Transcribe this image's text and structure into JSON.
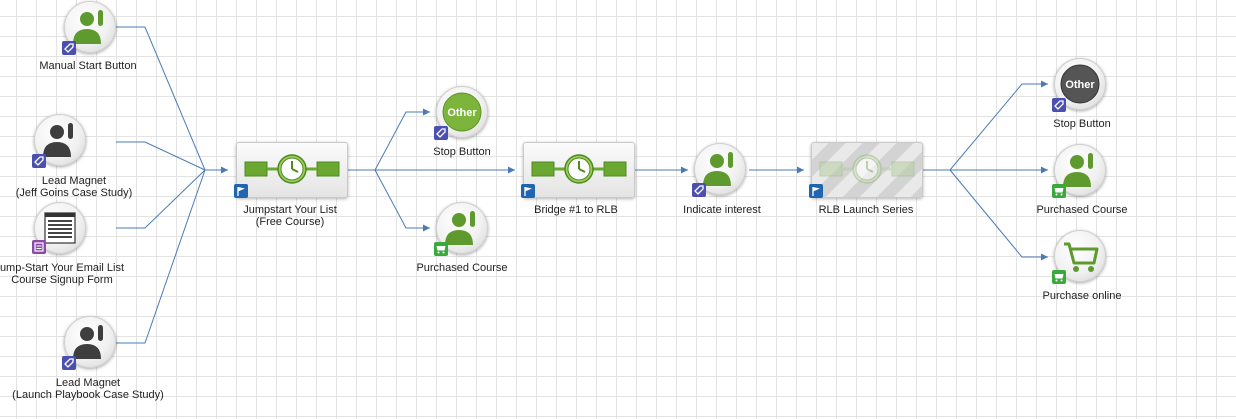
{
  "canvas": {
    "nodes": [
      {
        "id": "manual-start",
        "label": "Manual Start Button",
        "icon": "person-hand-raised-icon",
        "badge": "tag-badge-icon"
      },
      {
        "id": "lead-magnet-goins",
        "label": "Lead Magnet",
        "label2": "(Jeff Goins Case Study)",
        "icon": "person-hand-raised-icon",
        "badge": "tag-badge-icon"
      },
      {
        "id": "signup-form",
        "label": "ump-Start Your Email List",
        "label2": "Course Signup Form",
        "icon": "web-form-icon",
        "badge": "form-badge-icon"
      },
      {
        "id": "lead-magnet-playbook",
        "label": "Lead Magnet",
        "label2": "(Launch Playbook Case Study)",
        "icon": "person-hand-raised-icon",
        "badge": "tag-badge-icon"
      },
      {
        "id": "jumpstart-sequence",
        "label": "Jumpstart Your List",
        "label2": "(Free Course)",
        "icon": "sequence-timer-icon",
        "badge": "flag-badge-icon"
      },
      {
        "id": "stop-button-1",
        "label": "Stop Button",
        "icon": "other-goal-icon",
        "icon_text": "Other",
        "badge": "tag-badge-icon"
      },
      {
        "id": "purchased-course-1",
        "label": "Purchased Course",
        "icon": "person-hand-raised-icon",
        "badge": "cart-badge-icon"
      },
      {
        "id": "bridge-sequence",
        "label": "Bridge #1 to RLB",
        "icon": "sequence-timer-icon",
        "badge": "flag-badge-icon"
      },
      {
        "id": "indicate-interest",
        "label": "Indicate interest",
        "icon": "person-hand-raised-icon",
        "badge": "tag-badge-icon"
      },
      {
        "id": "rlb-launch-series",
        "label": "RLB Launch Series",
        "icon": "sequence-timer-icon",
        "badge": "flag-badge-icon",
        "state": "inactive"
      },
      {
        "id": "stop-button-2",
        "label": "Stop Button",
        "icon": "other-goal-icon",
        "icon_text": "Other",
        "badge": "tag-badge-icon"
      },
      {
        "id": "purchased-course-2",
        "label": "Purchased Course",
        "icon": "person-hand-raised-icon",
        "badge": "cart-badge-icon"
      },
      {
        "id": "purchase-online",
        "label": "Purchase online",
        "icon": "shopping-cart-icon",
        "badge": "cart-badge-icon"
      }
    ],
    "connections": [
      [
        "manual-start",
        "jumpstart-sequence"
      ],
      [
        "lead-magnet-goins",
        "jumpstart-sequence"
      ],
      [
        "signup-form",
        "jumpstart-sequence"
      ],
      [
        "lead-magnet-playbook",
        "jumpstart-sequence"
      ],
      [
        "jumpstart-sequence",
        "stop-button-1"
      ],
      [
        "jumpstart-sequence",
        "bridge-sequence"
      ],
      [
        "jumpstart-sequence",
        "purchased-course-1"
      ],
      [
        "bridge-sequence",
        "indicate-interest"
      ],
      [
        "indicate-interest",
        "rlb-launch-series"
      ],
      [
        "rlb-launch-series",
        "stop-button-2"
      ],
      [
        "rlb-launch-series",
        "purchased-course-2"
      ],
      [
        "rlb-launch-series",
        "purchase-online"
      ]
    ],
    "colors": {
      "connector": "#4a7bb7",
      "icon_green": "#5e9a2e",
      "icon_gray": "#3e3e3e",
      "other_green": "#7db53c",
      "other_gray": "#555555",
      "tag_badge": "#4a4fb0",
      "flag_badge": "#1f65b0",
      "cart_badge": "#3ba83b",
      "form_badge": "#8c4aa8"
    }
  }
}
